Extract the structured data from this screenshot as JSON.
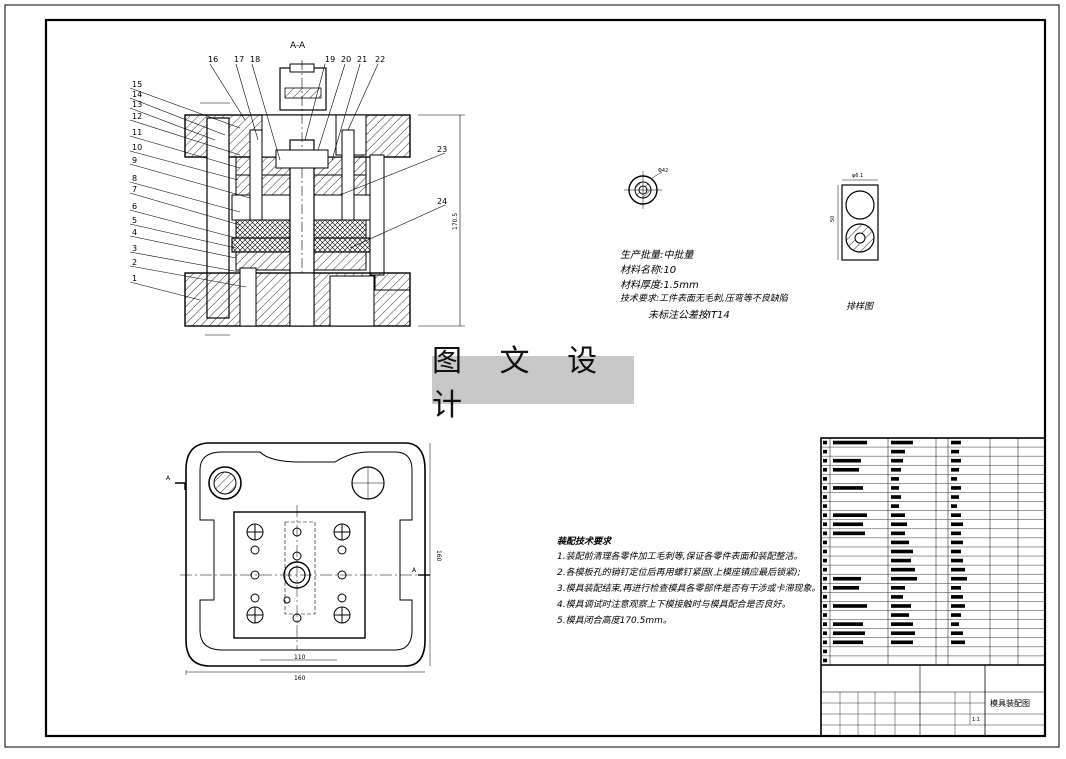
{
  "section_label": "A-A",
  "part_numbers_top": [
    "16",
    "17",
    "18",
    "19",
    "20",
    "21",
    "22"
  ],
  "part_numbers_left": [
    "15",
    "14",
    "13",
    "12",
    "11",
    "10",
    "9",
    "8",
    "7",
    "6",
    "5",
    "4",
    "3",
    "2",
    "1"
  ],
  "part_numbers_right": [
    "23",
    "24"
  ],
  "dim_height": "170.5",
  "dim_width_bottom": "160",
  "dim_inner_bottom": "110",
  "dim_side": "160",
  "section_marker": "A",
  "part_view_dim": "Φ42",
  "strip_view_dims": {
    "top": "φ6.1",
    "left": "50"
  },
  "strip_view_caption": "排样图",
  "watermark": "图 文 设 计",
  "specs": [
    "生产批量:中批量",
    "材料名称:10",
    "材料厚度:1.5mm",
    "技术要求:工件表面无毛刺,压弯等不良缺陷",
    "未标注公差按IT14"
  ],
  "requirements": {
    "title": "装配技术要求",
    "items": [
      "1.装配前清理各零件加工毛刺等,保证各零件表面和装配整洁。",
      "2.各模板孔的销钉定位后再用螺钉紧固(上模座镇应最后锁紧);",
      "3.模具装配结束,再进行检查模具各零部件是否有干涉或卡滞现象。",
      "4.模具调试时注意观察上下模接触时与模具配合是否良好。",
      "5.模具闭合高度170.5mm。"
    ]
  },
  "title_block": {
    "drawing_name": "模具装配图",
    "scale": "1:1"
  }
}
